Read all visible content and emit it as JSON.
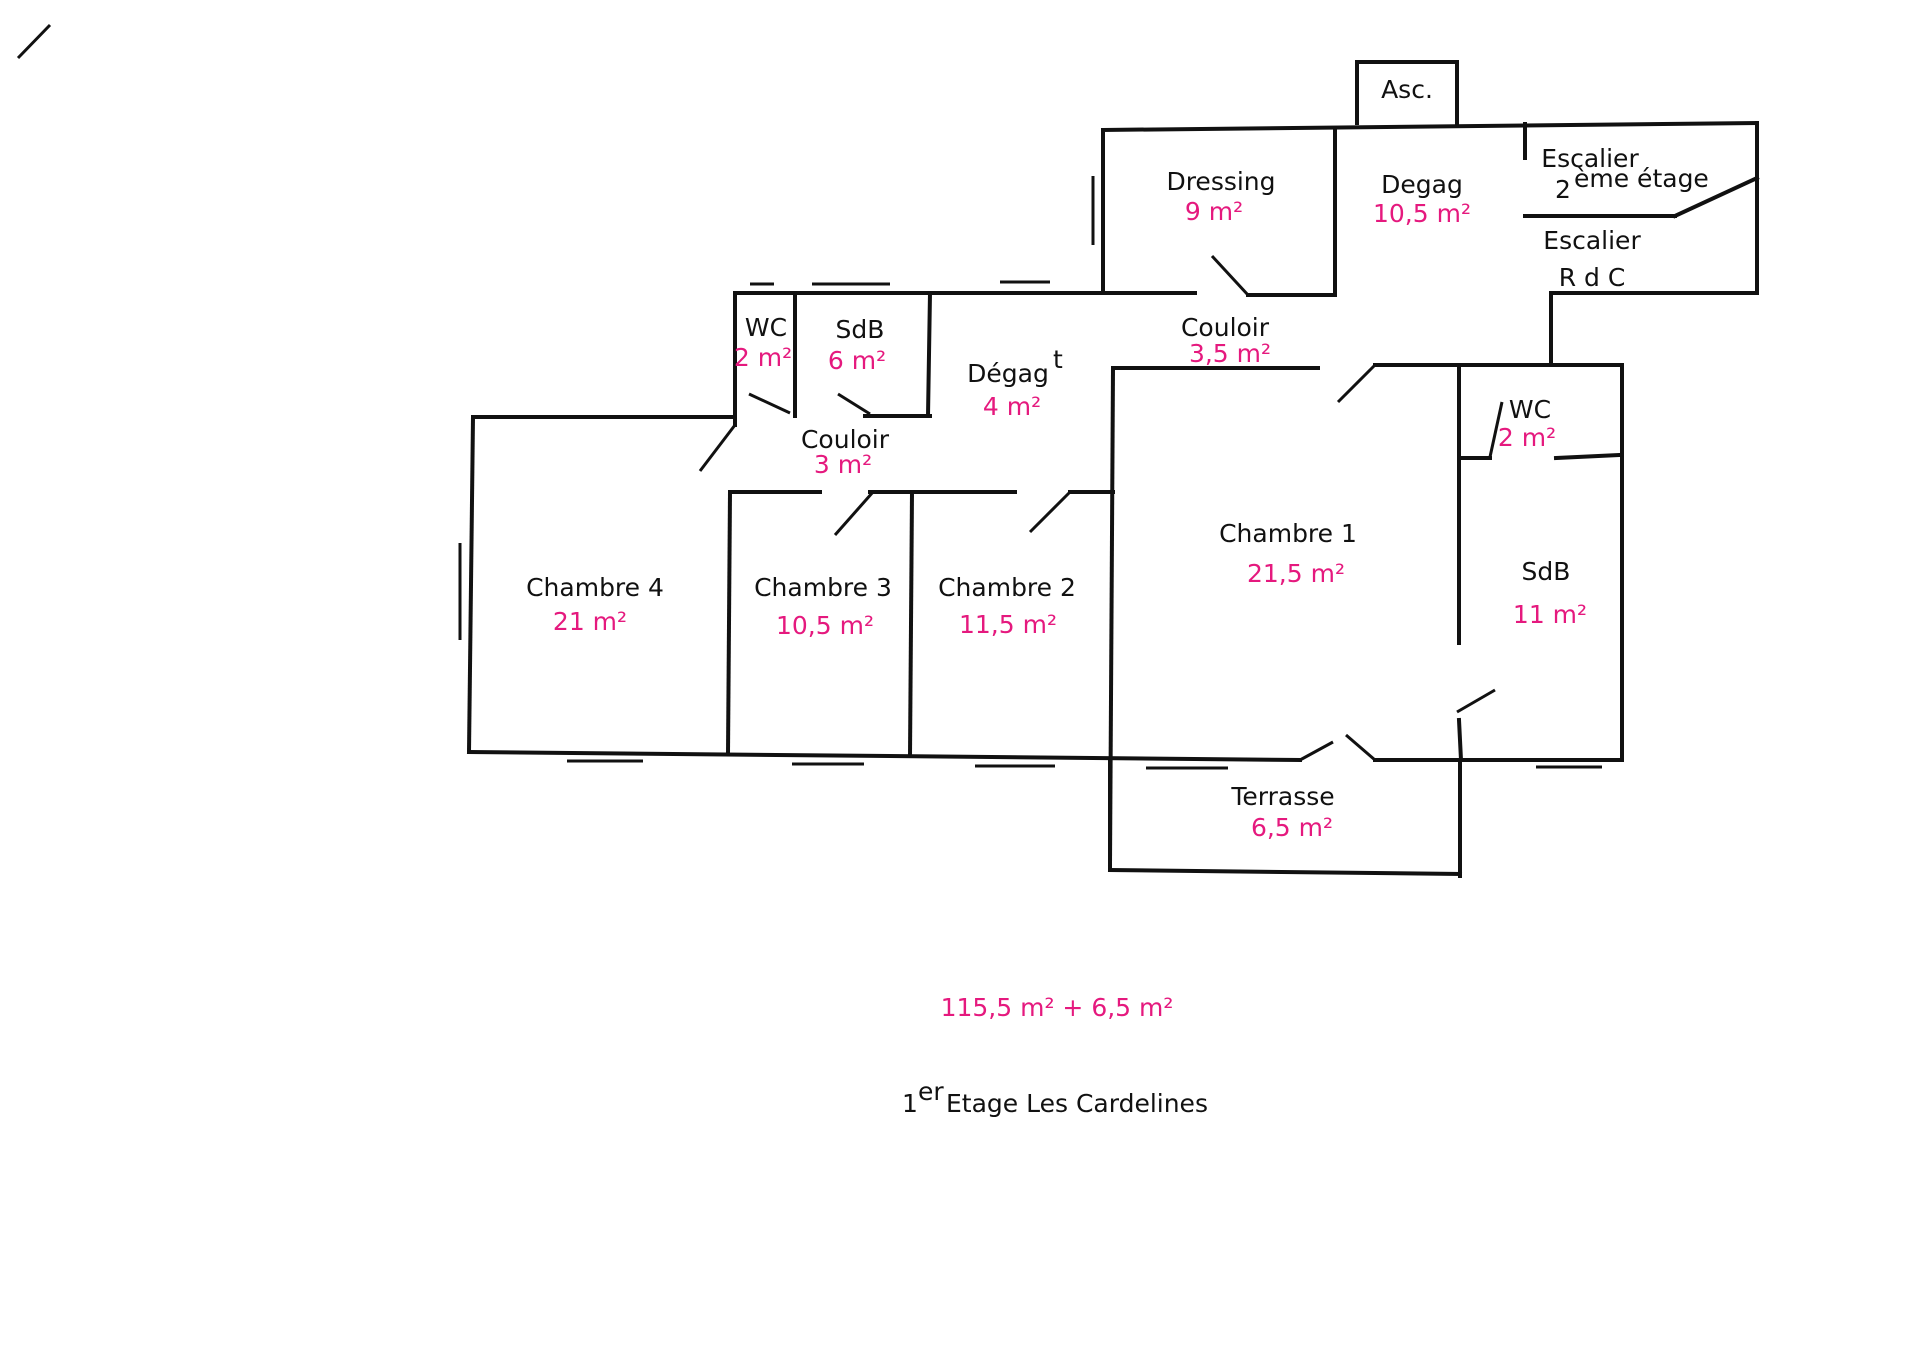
{
  "colors": {
    "ink": "#111111",
    "area": "#e5197e"
  },
  "rooms": {
    "asc": {
      "name": "Asc."
    },
    "dressing": {
      "name": "Dressing",
      "area": "9 m²"
    },
    "degag_top": {
      "name": "Degag",
      "area": "10,5 m²"
    },
    "escalier_2": {
      "name": "Escalier",
      "sub": "2",
      "sup": "ème étage"
    },
    "escalier_rdc": {
      "name": "Escalier",
      "sub": "R d C"
    },
    "wc_left": {
      "name": "WC",
      "area": "2 m²"
    },
    "sdb_small": {
      "name": "SdB",
      "area": "6 m²"
    },
    "degag_mid": {
      "name": "Dégag",
      "sup": "t",
      "area": "4 m²"
    },
    "couloir_top": {
      "name": "Couloir",
      "area": "3,5 m²"
    },
    "couloir_left": {
      "name": "Couloir",
      "area": "3 m²"
    },
    "wc_right": {
      "name": "WC",
      "area": "2 m²"
    },
    "chambre1": {
      "name": "Chambre 1",
      "area": "21,5 m²"
    },
    "sdb_large": {
      "name": "SdB",
      "area": "11 m²"
    },
    "chambre4": {
      "name": "Chambre 4",
      "area": "21 m²"
    },
    "chambre3": {
      "name": "Chambre 3",
      "area": "10,5 m²"
    },
    "chambre2": {
      "name": "Chambre 2",
      "area": "11,5 m²"
    },
    "terrasse": {
      "name": "Terrasse",
      "area": "6,5 m²"
    }
  },
  "total": {
    "text": "115,5 m²  +  6,5 m²"
  },
  "floor_title": {
    "ordinal": "1",
    "sup": "er",
    "text": "Etage  Les Cardelines"
  }
}
